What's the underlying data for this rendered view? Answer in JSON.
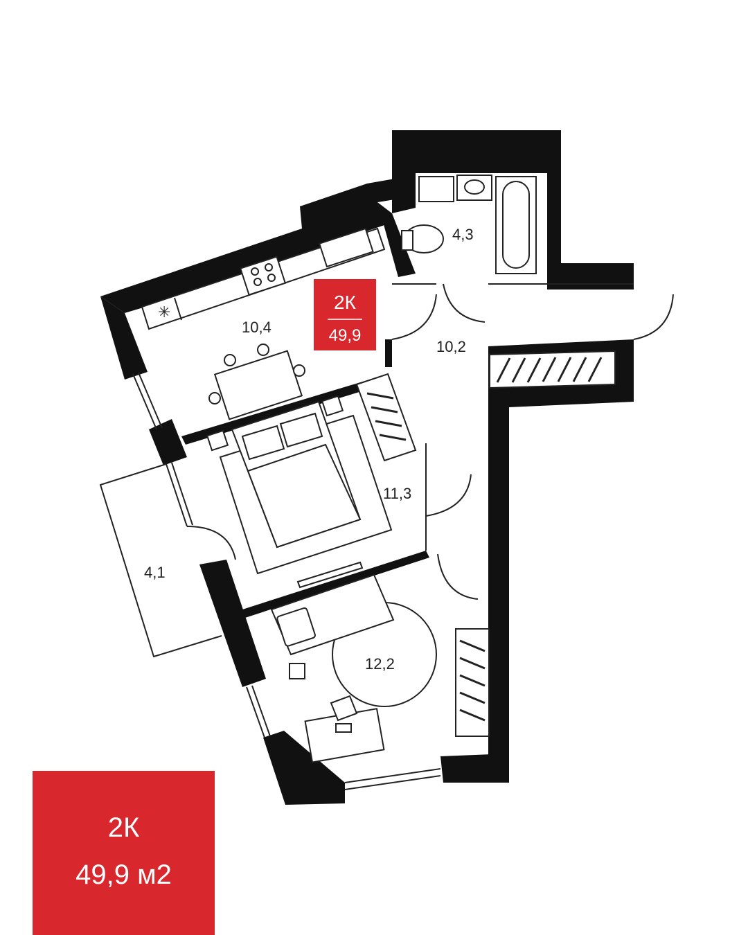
{
  "apartment": {
    "type": "2К",
    "area_short": "49,9",
    "area_full": "49,9 м2"
  },
  "rooms": {
    "kitchen": "10,4",
    "bathroom": "4,3",
    "hall": "10,2",
    "bedroom": "11,3",
    "balcony": "4,1",
    "room2": "12,2"
  },
  "colors": {
    "accent": "#d8272d",
    "wall": "#111111",
    "line": "#222222"
  },
  "icons": {
    "fridge": "asterisk-icon",
    "stove": "stove-icon",
    "sink": "sink-icon"
  }
}
